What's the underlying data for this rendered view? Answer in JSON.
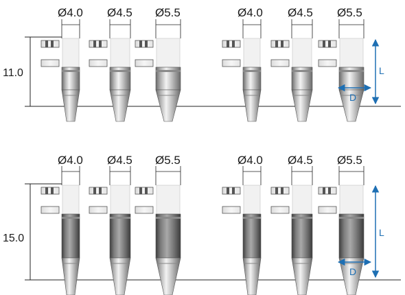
{
  "groups": [
    {
      "height_label": "11.0",
      "diameters": [
        "Ø4.0",
        "Ø4.5",
        "Ø5.5",
        "Ø4.0",
        "Ø4.5",
        "Ø5.5"
      ],
      "dimension_labels": {
        "length": "L",
        "diameter": "D"
      }
    },
    {
      "height_label": "15.0",
      "diameters": [
        "Ø4.0",
        "Ø4.5",
        "Ø5.5",
        "Ø4.0",
        "Ø4.5",
        "Ø5.5"
      ],
      "dimension_labels": {
        "length": "L",
        "diameter": "D"
      }
    }
  ],
  "colors": {
    "dimension_arrow": "#1e6fb3",
    "metal_dark": "#6f6f6f",
    "metal_light": "#f2f2f2",
    "guide_line": "#222222"
  },
  "icon": "abutment-implant-component"
}
